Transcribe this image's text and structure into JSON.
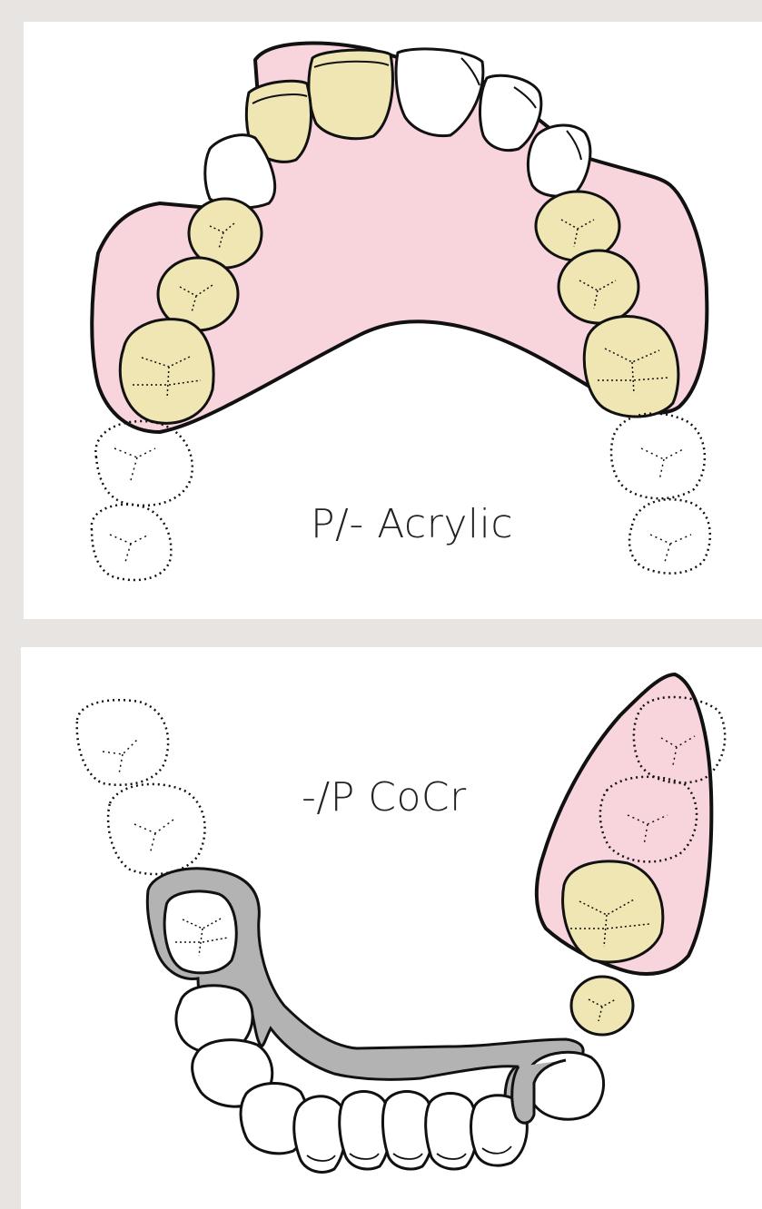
{
  "panels": [
    {
      "label": "P/- Acrylic",
      "arch": "upper",
      "base_material": "acrylic",
      "colors": {
        "acrylic_base": "#f8d4dc",
        "artificial_tooth": "#efe6b4",
        "natural_tooth": "#ffffff",
        "outline": "#111111"
      }
    },
    {
      "label": "-/P CoCr",
      "arch": "lower",
      "base_material": "cobalt-chrome",
      "colors": {
        "metal_framework": "#b3b3b3",
        "acrylic_saddle": "#f8d4dc",
        "artificial_tooth": "#efe6b4",
        "natural_tooth": "#ffffff",
        "outline": "#111111"
      }
    }
  ]
}
